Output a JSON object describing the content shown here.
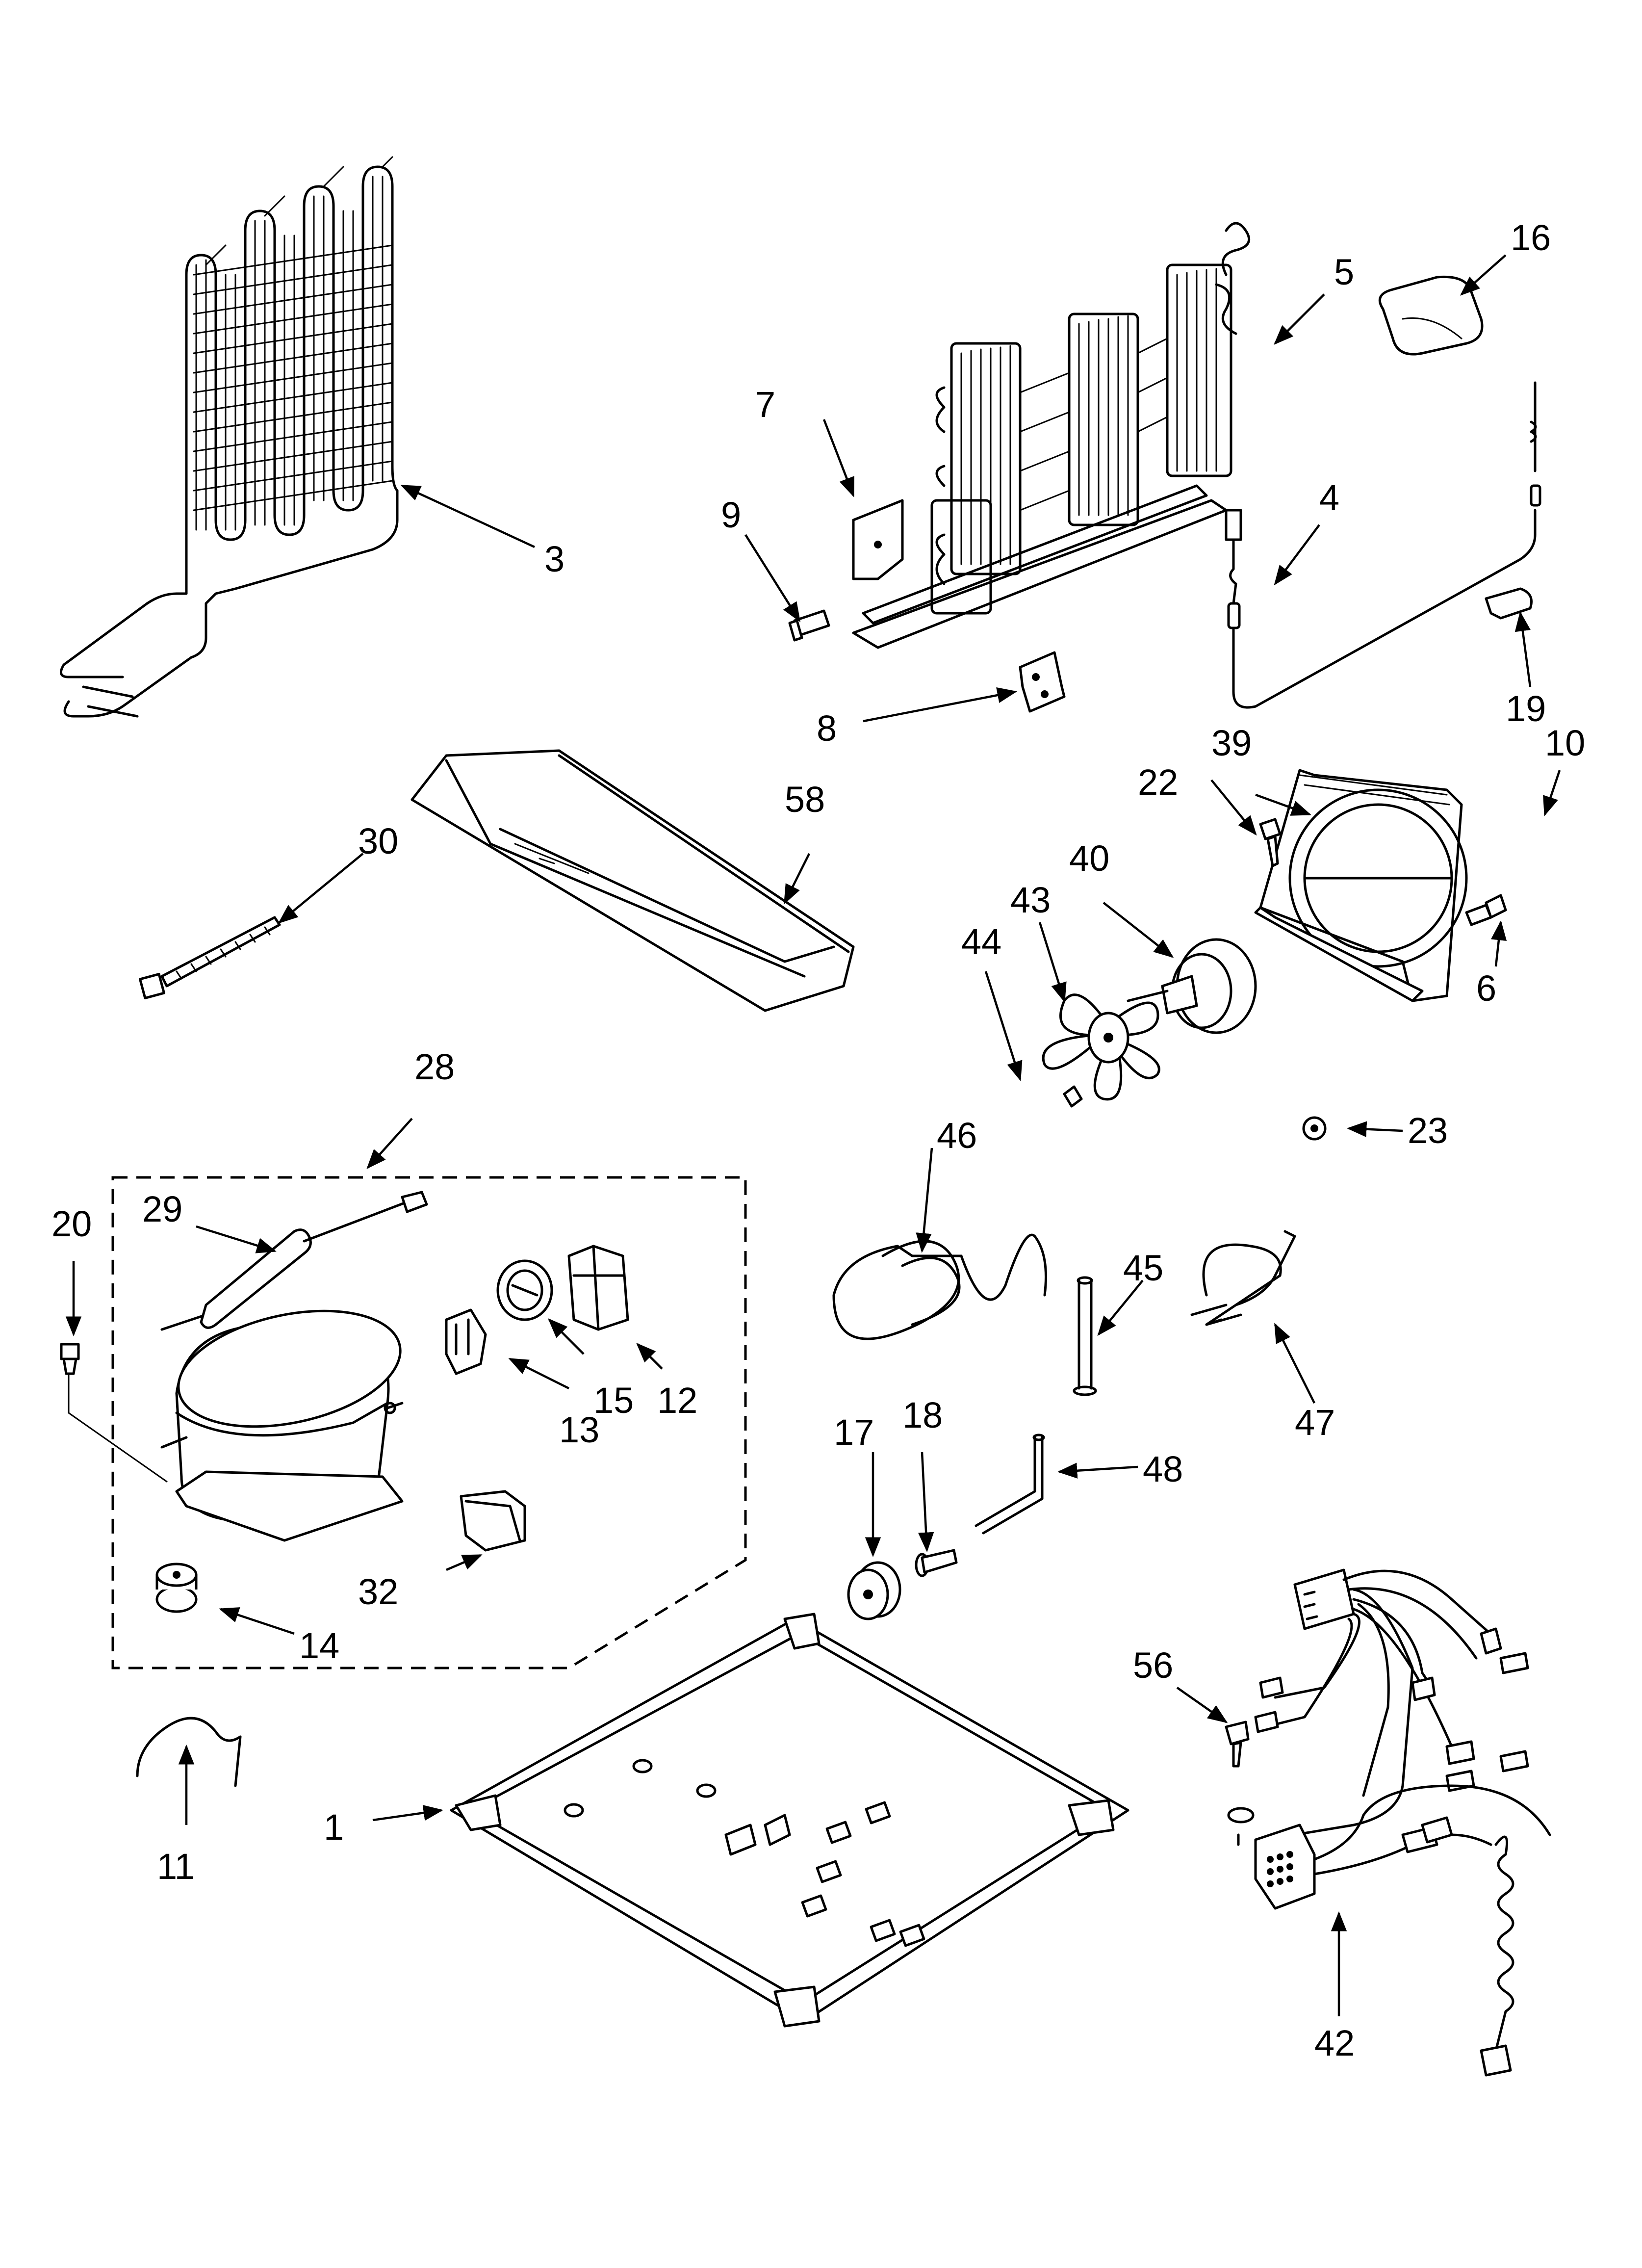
{
  "callouts": {
    "c1": "1",
    "c3": "3",
    "c4": "4",
    "c5": "5",
    "c6": "6",
    "c7": "7",
    "c8": "8",
    "c9": "9",
    "c10": "10",
    "c11": "11",
    "c12": "12",
    "c13": "13",
    "c14": "14",
    "c15": "15",
    "c16": "16",
    "c17": "17",
    "c18": "18",
    "c19": "19",
    "c20": "20",
    "c22": "22",
    "c23": "23",
    "c28": "28",
    "c29": "29",
    "c30": "30",
    "c32": "32",
    "c39": "39",
    "c40": "40",
    "c42": "42",
    "c43": "43",
    "c44": "44",
    "c45": "45",
    "c46": "46",
    "c47": "47",
    "c48": "48",
    "c56": "56",
    "c58": "58"
  },
  "style": {
    "ink": "#000000",
    "paper": "#ffffff"
  }
}
